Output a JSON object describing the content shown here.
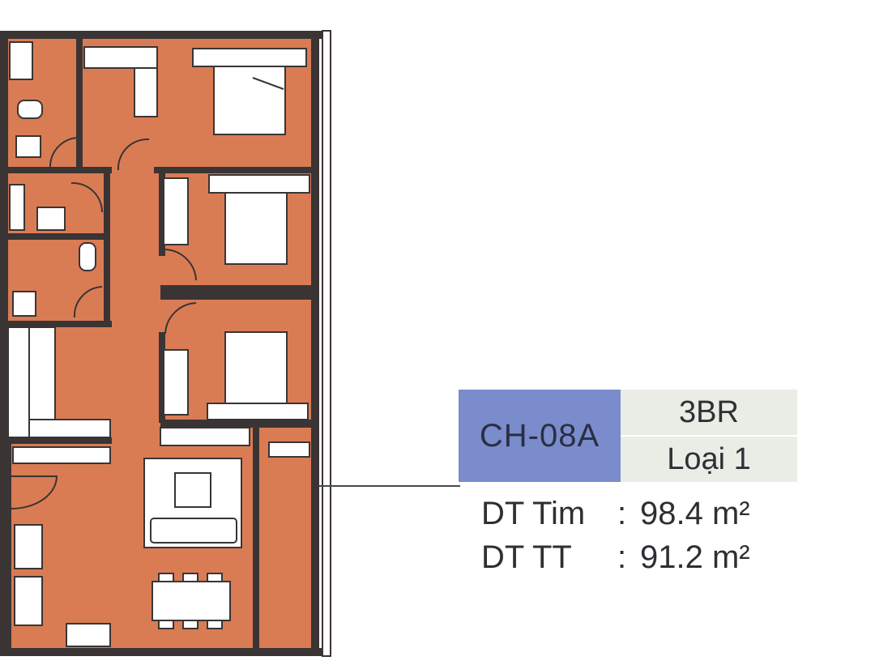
{
  "unit": {
    "code": "CH-08A",
    "bedrooms": "3BR",
    "type": "Loại 1"
  },
  "areas": [
    {
      "label": "DT Tim",
      "separator": ":",
      "value": "98.4 m²"
    },
    {
      "label": "DT TT",
      "separator": ":",
      "value": "91.2 m²"
    }
  ],
  "colors": {
    "floor": "#d97c54",
    "wall": "#3a3434",
    "furniture": "#ffffff",
    "unit_code_bg": "#7b8ccc",
    "unit_info_bg": "#eaece6"
  }
}
